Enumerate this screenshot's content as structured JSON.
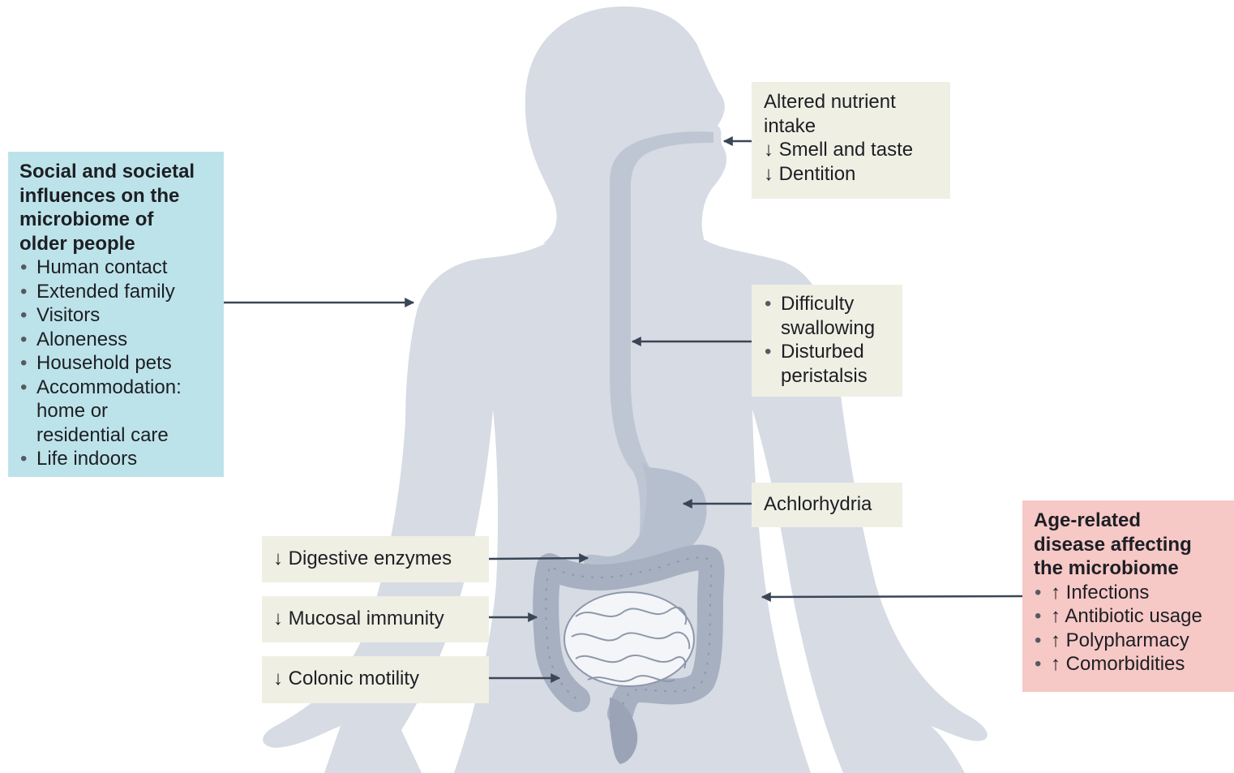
{
  "colors": {
    "body": "#d6dbe4",
    "gut": "#aeb7c7",
    "gut_dark": "#8e98ab",
    "arrow": "#3a4656",
    "social_box": "#bde3ea",
    "disease_box": "#f6c8c6",
    "factor_box": "#efefe4"
  },
  "social": {
    "title_lines": [
      "Social and societal",
      "influences on the",
      "microbiome of",
      "older people"
    ],
    "items": [
      [
        "Human contact"
      ],
      [
        "Extended family"
      ],
      [
        "Visitors"
      ],
      [
        "Aloneness"
      ],
      [
        "Household pets"
      ],
      [
        "Accommodation:",
        "home or",
        "residential care"
      ],
      [
        "Life indoors"
      ]
    ]
  },
  "mouth": {
    "lines": [
      "Altered nutrient",
      "intake",
      "↓ Smell and taste",
      "↓ Dentition"
    ]
  },
  "swallow": {
    "items": [
      [
        "Difficulty",
        "swallowing"
      ],
      [
        "Disturbed",
        "peristalsis"
      ]
    ]
  },
  "stomach": {
    "label": "Achlorhydria"
  },
  "intestine": {
    "enzymes": "↓ Digestive enzymes",
    "immunity": "↓ Mucosal immunity",
    "motility": "↓ Colonic motility"
  },
  "disease": {
    "title_lines": [
      "Age-related",
      "disease affecting",
      "the microbiome"
    ],
    "items": [
      "↑ Infections",
      "↑ Antibiotic usage",
      "↑ Polypharmacy",
      "↑ Comorbidities"
    ]
  }
}
